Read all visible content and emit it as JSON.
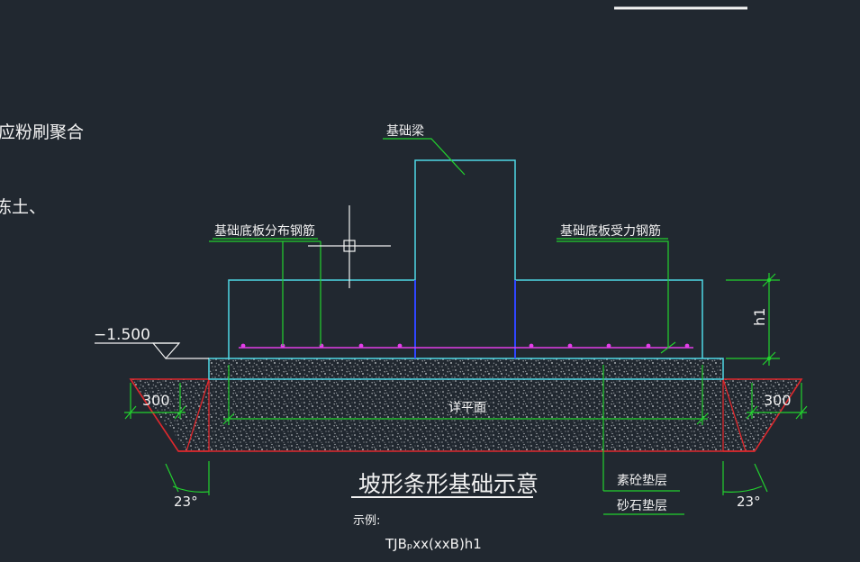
{
  "colors": {
    "background": "#212830",
    "cyan": "#4fd8e6",
    "green": "#22d12e",
    "red": "#e0282d",
    "magenta": "#e23ee8",
    "blue": "#2f45ff",
    "white": "#f2f2f2",
    "hatch": "#cfd3d6"
  },
  "side_notes": {
    "line1": "应粉刷聚合",
    "line2": "冻土、"
  },
  "labels": {
    "foundation_beam": "基础梁",
    "distribution_rebar": "基础底板分布钢筋",
    "main_rebar": "基础底板受力钢筋",
    "elevation": "−1.500",
    "dim_h1": "h1",
    "dim_300_left": "300",
    "dim_300_right": "300",
    "detail_note": "详平面",
    "angle_left": "23°",
    "angle_right": "23°",
    "plain_concrete_cushion": "素砼垫层",
    "gravel_cushion": "砂石垫层"
  },
  "title": {
    "main": "坡形条形基础示意",
    "example_label": "示例:",
    "formula": "TJBₚxx(xxB)h1"
  }
}
